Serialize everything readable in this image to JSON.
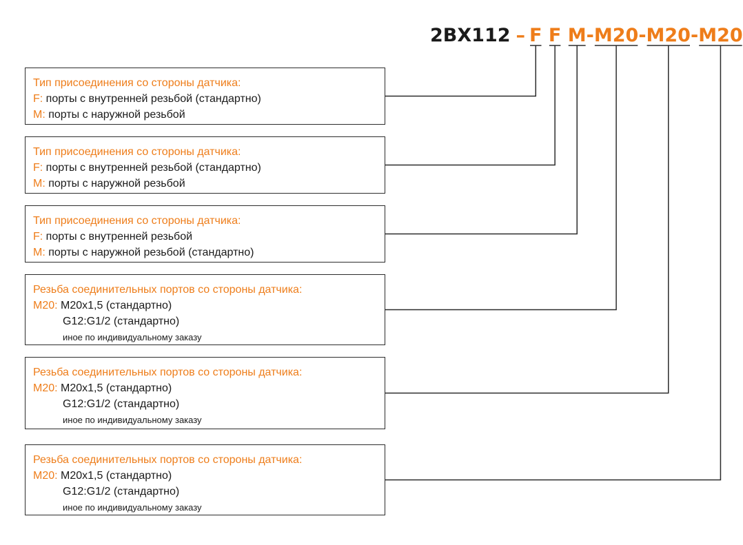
{
  "code": {
    "prefix": "2BX112",
    "dash": "–",
    "segments": [
      "F",
      "F",
      "M",
      "M20",
      "M20",
      "M20"
    ],
    "separator": "-"
  },
  "boxes": [
    {
      "title": "Тип присоединения со стороны датчика:",
      "options": [
        {
          "key": "F:",
          "text": "порты с внутренней резьбой (стандартно)"
        },
        {
          "key": "M:",
          "text": "порты с наружной резьбой"
        }
      ]
    },
    {
      "title": "Тип присоединения со стороны датчика:",
      "options": [
        {
          "key": "F:",
          "text": "порты с внутренней резьбой (стандартно)"
        },
        {
          "key": "M:",
          "text": "порты с наружной резьбой"
        }
      ]
    },
    {
      "title": "Тип присоединения со стороны датчика:",
      "options": [
        {
          "key": "F:",
          "text": "порты с внутренней резьбой"
        },
        {
          "key": "M:",
          "text": "порты с наружной резьбой (стандартно)"
        }
      ]
    },
    {
      "title": "Резьба соединительных портов со стороны датчика:",
      "key": "M20:",
      "line1": "M20x1,5 (стандартно)",
      "line2": "G12:G1/2 (стандартно)",
      "line3": "иное по индивидуальному заказу"
    },
    {
      "title": "Резьба соединительных портов со стороны датчика:",
      "key": "M20:",
      "line1": "M20x1,5 (стандартно)",
      "line2": "G12:G1/2 (стандартно)",
      "line3": "иное по индивидуальному заказу"
    },
    {
      "title": "Резьба соединительных портов со стороны датчика:",
      "key": "M20:",
      "line1": "M20x1,5 (стандартно)",
      "line2": "G12:G1/2 (стандартно)",
      "line3": "иное по индивидуальному заказу"
    }
  ],
  "colors": {
    "accent": "#ee7d1a",
    "text": "#1a1a1a",
    "line": "#2b2b2b"
  }
}
